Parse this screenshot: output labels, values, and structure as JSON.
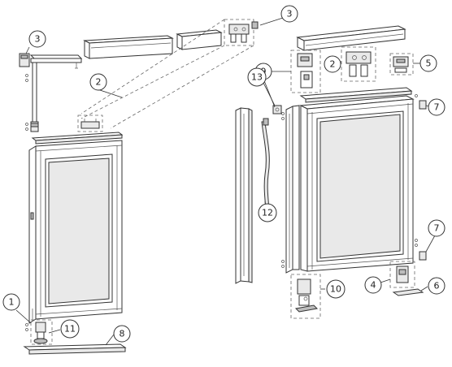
{
  "callouts": [
    {
      "id": "callout-1",
      "label": "1"
    },
    {
      "id": "callout-2-left",
      "label": "2"
    },
    {
      "id": "callout-2-right",
      "label": "2"
    },
    {
      "id": "callout-3-left",
      "label": "3"
    },
    {
      "id": "callout-3-top",
      "label": "3"
    },
    {
      "id": "callout-4",
      "label": "4"
    },
    {
      "id": "callout-5",
      "label": "5"
    },
    {
      "id": "callout-6",
      "label": "6"
    },
    {
      "id": "callout-7-top",
      "label": "7"
    },
    {
      "id": "callout-7-bottom",
      "label": "7"
    },
    {
      "id": "callout-8",
      "label": "8"
    },
    {
      "id": "callout-9",
      "label": "9"
    },
    {
      "id": "callout-10",
      "label": "10"
    },
    {
      "id": "callout-11",
      "label": "11"
    },
    {
      "id": "callout-12",
      "label": "12"
    },
    {
      "id": "callout-13",
      "label": "13"
    }
  ]
}
